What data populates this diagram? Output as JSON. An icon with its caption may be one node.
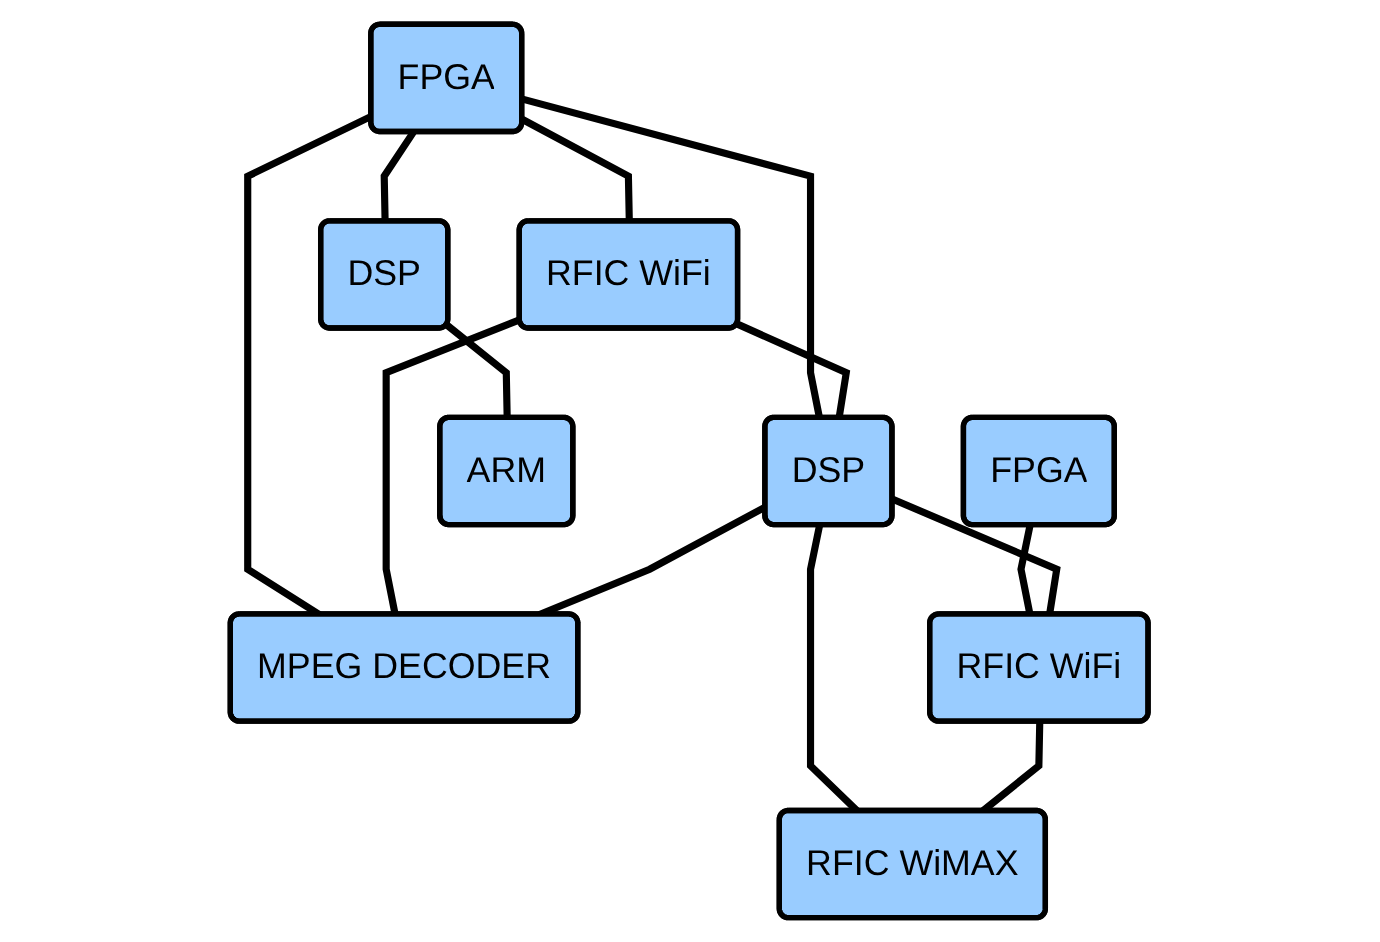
{
  "diagram": {
    "nodes": [
      {
        "text": [
          "FPGA"
        ]
      },
      {
        "text": [
          "DSP"
        ]
      },
      {
        "text": [
          "RFIC WiFi"
        ]
      },
      {
        "text": [
          "MPEG DECODER"
        ]
      },
      {
        "text": [
          "DSP"
        ]
      },
      {
        "text": [
          "FPGA"
        ]
      },
      {
        "text": [
          "ARM"
        ]
      },
      {
        "text": [
          "RFIC WiFi"
        ]
      },
      {
        "text": [
          "RFIC WiMAX"
        ]
      }
    ],
    "edges": [
      {
        "from": 0,
        "to": 1,
        "arrow": "none"
      },
      {
        "from": 0,
        "to": 2,
        "arrow": "none"
      },
      {
        "from": 0,
        "to": 4,
        "arrow": "none"
      },
      {
        "from": 0,
        "to": 3,
        "arrow": "none"
      },
      {
        "from": 1,
        "to": 6,
        "arrow": "none"
      },
      {
        "from": 2,
        "to": 3,
        "arrow": "none"
      },
      {
        "from": 2,
        "to": 4,
        "arrow": "none"
      },
      {
        "from": 4,
        "to": 3,
        "arrow": "none"
      },
      {
        "from": 5,
        "to": 7,
        "arrow": "none"
      },
      {
        "from": 4,
        "to": 7,
        "arrow": "none"
      },
      {
        "from": 4,
        "to": 8,
        "arrow": "none"
      },
      {
        "from": 7,
        "to": 8,
        "arrow": "none"
      }
    ]
  }
}
